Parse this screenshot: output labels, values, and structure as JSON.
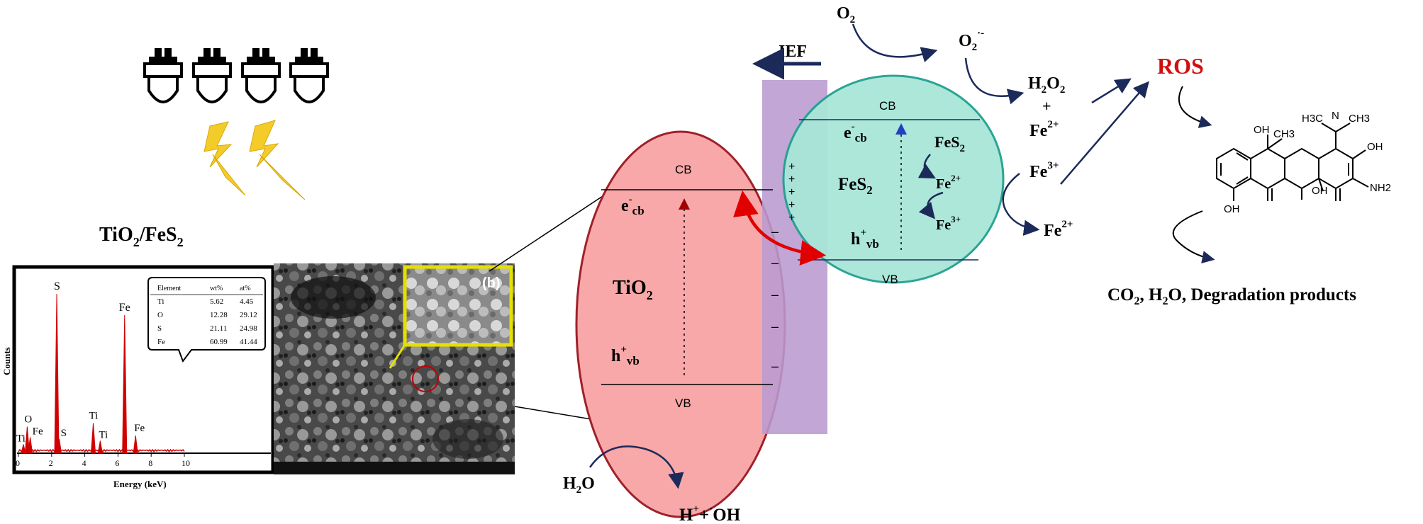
{
  "catalyst_label": {
    "main": "TiO",
    "sub": "2",
    "rest": "/FeS",
    "sub2": "2"
  },
  "ief": "IEF",
  "tio2": {
    "cb": "CB",
    "vb": "VB",
    "electron": "e",
    "electron_sup": "-",
    "electron_sub": "cb",
    "name": "TiO",
    "name_sub": "2",
    "hole": "h",
    "hole_sup": "+",
    "hole_sub": "vb"
  },
  "fes2": {
    "cb": "CB",
    "vb": "VB",
    "electron": "e",
    "electron_sup": "-",
    "electron_sub": "cb",
    "name": "FeS",
    "name_sub": "2",
    "hole": "h",
    "hole_sup": "+",
    "hole_sub": "vb",
    "cycle_top": "FeS",
    "cycle_top_sub": "2",
    "cycle_mid": "Fe",
    "cycle_mid_sup": "2+",
    "cycle_bot": "Fe",
    "cycle_bot_sup": "3+"
  },
  "species": {
    "o2": "O",
    "o2_sub": "2",
    "o2_radical": "O",
    "o2_radical_sub": "2",
    "o2_radical_sup": "·-",
    "h2o2": "H",
    "h2o2_sub1": "2",
    "h2o2_mid": "O",
    "h2o2_sub2": "2",
    "plus": "+",
    "fe2_a": "Fe",
    "fe2_a_sup": "2+",
    "fe3": "Fe",
    "fe3_sup": "3+",
    "fe2_b": "Fe",
    "fe2_b_sup": "2+",
    "ros": "ROS",
    "h2o": "H",
    "h2o_sub": "2",
    "h2o_rest": "O",
    "hoh": "H",
    "hoh_sup": "+",
    "hoh_mid": "+",
    "hoh_dot": "·",
    "hoh_rest": "OH"
  },
  "products": {
    "p1": "CO",
    "p1_sub": "2",
    "p2": ", H",
    "p2_sub": "2",
    "p3": "O, Degradation products"
  },
  "molecule": {
    "oh_top": "OH",
    "ch3_top": "CH3",
    "n_dimethyl": "H3C",
    "n": "N",
    "ch3_n": "CH3",
    "oh_right": "OH",
    "nh2": "NH2",
    "oh_left": "OH",
    "oh_mid": "OH"
  },
  "edx": {
    "ylabel": "Counts",
    "xlabel": "Energy (keV)",
    "xticks": [
      "0",
      "2",
      "4",
      "6",
      "8",
      "10"
    ],
    "peaks": [
      {
        "label": "Ti",
        "x": 0.3,
        "h": 0.05
      },
      {
        "label": "O",
        "x": 0.53,
        "h": 0.15
      },
      {
        "label": "Fe",
        "x": 0.71,
        "h": 0.09
      },
      {
        "label": "S",
        "x": 2.31,
        "h": 0.9
      },
      {
        "label": "S",
        "x": 2.46,
        "h": 0.08
      },
      {
        "label": "Ti",
        "x": 4.51,
        "h": 0.17
      },
      {
        "label": "Ti",
        "x": 4.93,
        "h": 0.07
      },
      {
        "label": "Fe",
        "x": 6.4,
        "h": 0.78
      },
      {
        "label": "Fe",
        "x": 7.06,
        "h": 0.1
      }
    ],
    "table": {
      "headers": [
        "Element",
        "wt%",
        "at%"
      ],
      "rows": [
        [
          "Ti",
          "5.62",
          "4.45"
        ],
        [
          "O",
          "12.28",
          "29.12"
        ],
        [
          "S",
          "21.11",
          "24.98"
        ],
        [
          "Fe",
          "60.99",
          "41.44"
        ]
      ]
    }
  },
  "sem": {
    "label": "(b)"
  },
  "colors": {
    "tio2_fill": "#f8a8a8",
    "tio2_stroke": "#a0202a",
    "fes2_fill": "#a8e6d8",
    "fes2_stroke": "#20a090",
    "ief_bar": "#b89ad0",
    "arrow_navy": "#1c2a5a",
    "ros_red": "#d01010",
    "edx_red": "#d00000",
    "inset_yellow": "#e6e000"
  }
}
